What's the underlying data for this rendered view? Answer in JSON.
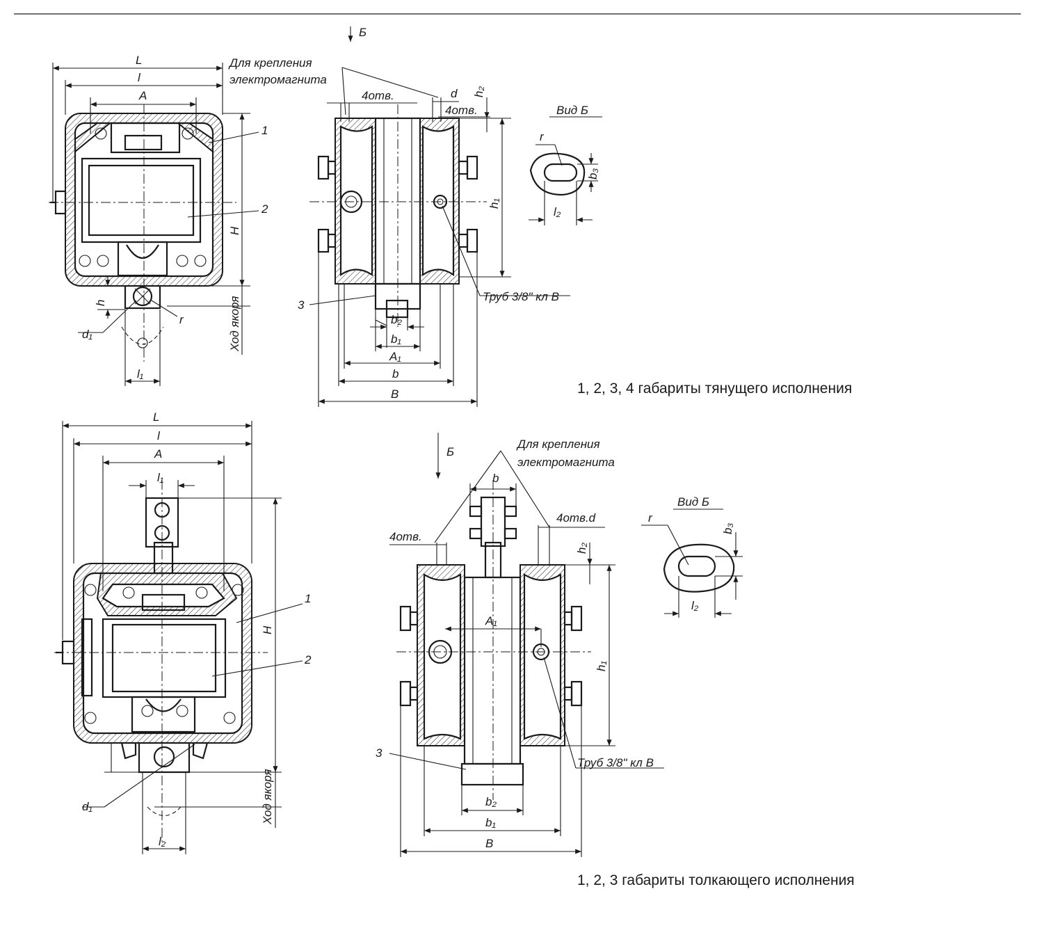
{
  "top_view": {
    "caption": "1, 2, 3, 4 габариты тянущего исполнения",
    "front": {
      "L": "L",
      "l": "l",
      "A": "A",
      "H": "H",
      "h": "h",
      "r": "r",
      "d1": "d₁",
      "l1": "l₁",
      "stroke": "Ход якоря",
      "part1": "1",
      "part2": "2"
    },
    "side": {
      "arrow": "Б",
      "mount_line1": "Для крепления",
      "mount_line2": "электромагнита",
      "holes_left": "4отв.",
      "holes_right": "4отв.",
      "d": "d",
      "h2": "h₂",
      "h1": "h₁",
      "part3": "3",
      "pipe": "Труб 3/8\" кл В",
      "b2": "b₂",
      "b1": "b₁",
      "A1": "A₁",
      "b": "b",
      "B": "B"
    },
    "view_b": {
      "title": "Вид Б",
      "r": "r",
      "b3": "b₃",
      "l2": "l₂"
    }
  },
  "bottom_view": {
    "caption": "1, 2, 3 габариты толкающего исполнения",
    "front": {
      "L": "L",
      "l": "l",
      "A": "A",
      "l1": "l₁",
      "H": "H",
      "part1": "1",
      "part2": "2",
      "d1": "d₁",
      "l2": "l₂",
      "stroke": "Ход якоря"
    },
    "side": {
      "arrow": "Б",
      "mount_line1": "Для крепления",
      "mount_line2": "электромагнита",
      "b": "b",
      "holes_right": "4отв.d",
      "holes_left": "4отв.",
      "h2": "h₂",
      "A1": "A₁",
      "h1": "h₁",
      "part3": "3",
      "pipe": "Труб 3/8\" кл В",
      "b2": "b₂",
      "b1": "b₁",
      "B": "B"
    },
    "view_b": {
      "title": "Вид Б",
      "r": "r",
      "b3": "b₃",
      "l2": "l₂"
    }
  }
}
